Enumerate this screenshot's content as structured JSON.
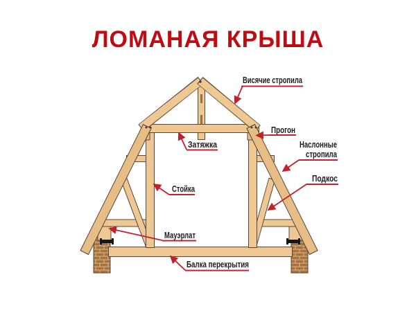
{
  "slide": {
    "title": "ЛОМАНАЯ КРЫША"
  },
  "diagram": {
    "labels": {
      "hanging_rafters": "Висячие стропила",
      "purlin": "Прогон",
      "tie_beam": "Затяжка",
      "layered_rafters_line1": "Наслонные",
      "layered_rafters_line2": "стропила",
      "strut": "Подкос",
      "post": "Стойка",
      "wall_plate": "Мауэрлат",
      "floor_beam": "Балка перекрытия"
    }
  },
  "colors": {
    "title_red": "#c00b12",
    "callout_red": "#c2202a",
    "label_text": "#1d1b1b",
    "wood": "#eec793",
    "wood_dark": "#e7bd86",
    "wood_outline": "#55483a",
    "brick": "#a9713d",
    "mortar": "#d9bc8f",
    "background": "#ffffff"
  }
}
